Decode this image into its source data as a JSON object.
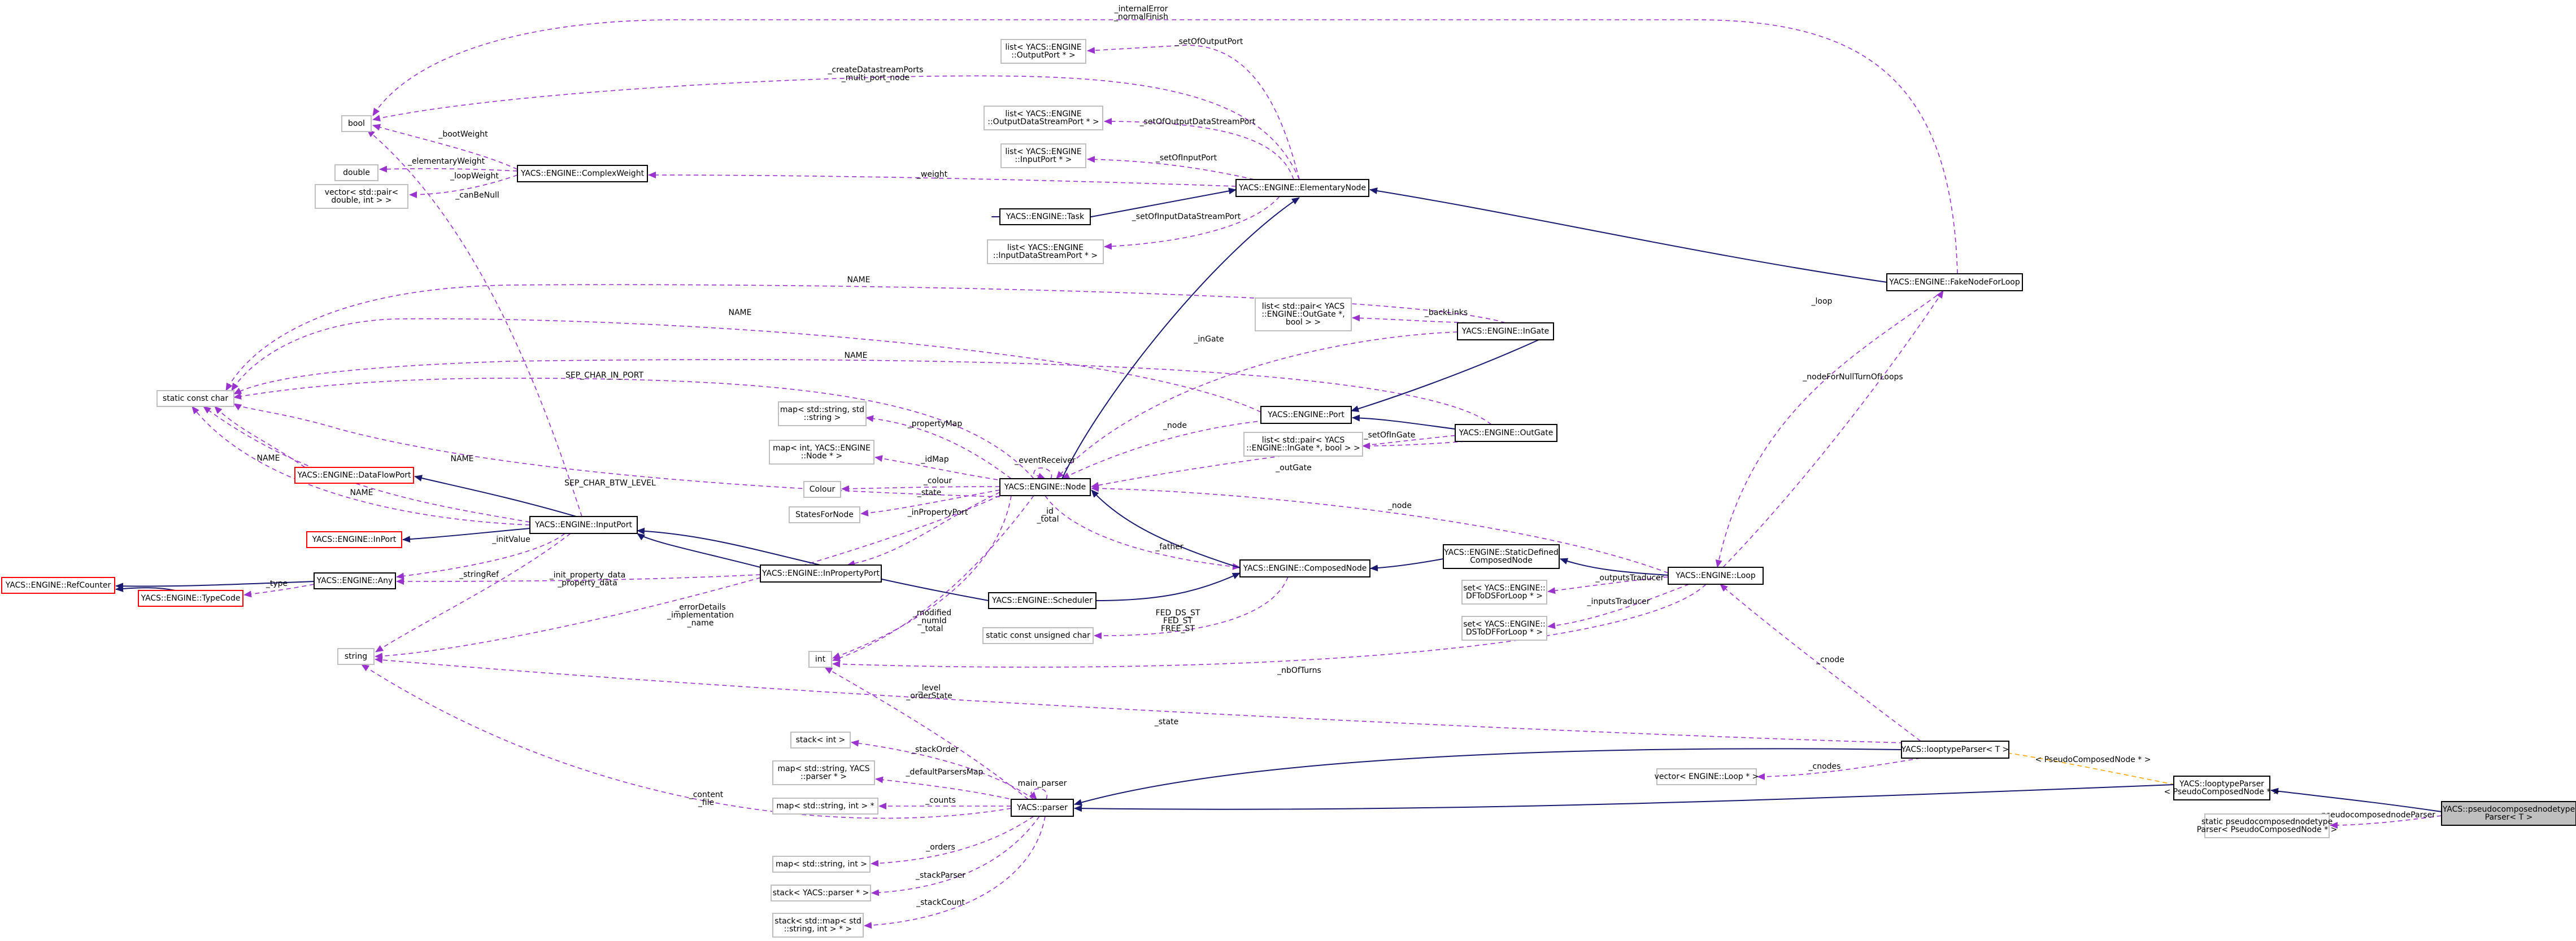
{
  "colors": {
    "inheritance_edge": "#191970",
    "usage_edge": "#9a32cd",
    "template_edge": "#ffa500",
    "undocumented_border": "#ff0000",
    "external_border": "#bfbfbf",
    "focus_fill": "#bfbfbf"
  },
  "nodes": [
    {
      "id": "bool",
      "lines": [
        "bool"
      ],
      "style": "grey"
    },
    {
      "id": "double",
      "lines": [
        "double"
      ],
      "style": "grey"
    },
    {
      "id": "vecpair",
      "lines": [
        "vector< std::pair<",
        "double, int > >"
      ],
      "style": "grey"
    },
    {
      "id": "complexweight",
      "lines": [
        "YACS::ENGINE::ComplexWeight"
      ],
      "style": "black"
    },
    {
      "id": "listout",
      "lines": [
        "list< YACS::ENGINE",
        "::OutputPort * >"
      ],
      "style": "grey"
    },
    {
      "id": "listoutds",
      "lines": [
        "list< YACS::ENGINE",
        "::OutputDataStreamPort * >"
      ],
      "style": "grey"
    },
    {
      "id": "listin",
      "lines": [
        "list< YACS::ENGINE",
        "::InputPort * >"
      ],
      "style": "grey"
    },
    {
      "id": "task",
      "lines": [
        "YACS::ENGINE::Task"
      ],
      "style": "black"
    },
    {
      "id": "listinds",
      "lines": [
        "list< YACS::ENGINE",
        "::InputDataStreamPort * >"
      ],
      "style": "grey"
    },
    {
      "id": "elementary",
      "lines": [
        "YACS::ENGINE::ElementaryNode"
      ],
      "style": "black"
    },
    {
      "id": "fakenode",
      "lines": [
        "YACS::ENGINE::FakeNodeForLoop"
      ],
      "style": "black"
    },
    {
      "id": "listpairout",
      "lines": [
        "list< std::pair< YACS",
        "::ENGINE::OutGate *,",
        "bool > >"
      ],
      "style": "grey"
    },
    {
      "id": "ingate",
      "lines": [
        "YACS::ENGINE::InGate"
      ],
      "style": "black"
    },
    {
      "id": "staticchar",
      "lines": [
        "static const char"
      ],
      "style": "grey"
    },
    {
      "id": "mapstr",
      "lines": [
        "map< std::string, std",
        "::string >"
      ],
      "style": "grey"
    },
    {
      "id": "port",
      "lines": [
        "YACS::ENGINE::Port"
      ],
      "style": "black"
    },
    {
      "id": "listpairin",
      "lines": [
        "list< std::pair< YACS",
        "::ENGINE::InGate *, bool > >"
      ],
      "style": "grey"
    },
    {
      "id": "outgate",
      "lines": [
        "YACS::ENGINE::OutGate"
      ],
      "style": "black"
    },
    {
      "id": "mapint",
      "lines": [
        "map< int, YACS::ENGINE",
        "::Node * >"
      ],
      "style": "grey"
    },
    {
      "id": "colour",
      "lines": [
        "Colour"
      ],
      "style": "grey"
    },
    {
      "id": "dataflowport",
      "lines": [
        "YACS::ENGINE::DataFlowPort"
      ],
      "style": "red"
    },
    {
      "id": "node",
      "lines": [
        "YACS::ENGINE::Node"
      ],
      "style": "black"
    },
    {
      "id": "states",
      "lines": [
        "StatesForNode"
      ],
      "style": "grey"
    },
    {
      "id": "inport",
      "lines": [
        "YACS::ENGINE::InPort"
      ],
      "style": "red"
    },
    {
      "id": "inputport",
      "lines": [
        "YACS::ENGINE::InputPort"
      ],
      "style": "black"
    },
    {
      "id": "staticdefined",
      "lines": [
        "YACS::ENGINE::StaticDefined",
        "ComposedNode"
      ],
      "style": "black"
    },
    {
      "id": "refcounter",
      "lines": [
        "YACS::ENGINE::RefCounter"
      ],
      "style": "red"
    },
    {
      "id": "any",
      "lines": [
        "YACS::ENGINE::Any"
      ],
      "style": "black"
    },
    {
      "id": "inproperty",
      "lines": [
        "YACS::ENGINE::InPropertyPort"
      ],
      "style": "black"
    },
    {
      "id": "composed",
      "lines": [
        "YACS::ENGINE::ComposedNode"
      ],
      "style": "black"
    },
    {
      "id": "loop",
      "lines": [
        "YACS::ENGINE::Loop"
      ],
      "style": "black"
    },
    {
      "id": "setdf",
      "lines": [
        "set< YACS::ENGINE::",
        "DFToDSForLoop * >"
      ],
      "style": "grey"
    },
    {
      "id": "typecode",
      "lines": [
        "YACS::ENGINE::TypeCode"
      ],
      "style": "red"
    },
    {
      "id": "scheduler",
      "lines": [
        "YACS::ENGINE::Scheduler"
      ],
      "style": "black"
    },
    {
      "id": "setds",
      "lines": [
        "set< YACS::ENGINE::",
        "DSToDFForLoop * >"
      ],
      "style": "grey"
    },
    {
      "id": "staticuint",
      "lines": [
        "static const unsigned char"
      ],
      "style": "grey"
    },
    {
      "id": "string",
      "lines": [
        "string"
      ],
      "style": "grey"
    },
    {
      "id": "int",
      "lines": [
        "int"
      ],
      "style": "grey"
    },
    {
      "id": "stackint",
      "lines": [
        "stack< int >"
      ],
      "style": "grey"
    },
    {
      "id": "looptypeparser",
      "lines": [
        "YACS::looptypeParser< T >"
      ],
      "style": "black"
    },
    {
      "id": "mapparser",
      "lines": [
        "map< std::string, YACS",
        "::parser * >"
      ],
      "style": "grey"
    },
    {
      "id": "vecloop",
      "lines": [
        "vector< ENGINE::Loop * >"
      ],
      "style": "grey"
    },
    {
      "id": "looptypeparser2",
      "lines": [
        "YACS::looptypeParser",
        "< PseudoComposedNode * >"
      ],
      "style": "black"
    },
    {
      "id": "mapstrint1",
      "lines": [
        "map< std::string, int > *"
      ],
      "style": "grey"
    },
    {
      "id": "parser",
      "lines": [
        "YACS::parser"
      ],
      "style": "black"
    },
    {
      "id": "focus",
      "lines": [
        "YACS::pseudocomposednodetype",
        "Parser< T >"
      ],
      "style": "focus"
    },
    {
      "id": "staticpseudo",
      "lines": [
        "static pseudocomposednodetype",
        "Parser< PseudoComposedNode * >"
      ],
      "style": "grey"
    },
    {
      "id": "mapstrint2",
      "lines": [
        "map< std::string, int >"
      ],
      "style": "grey"
    },
    {
      "id": "stackparser",
      "lines": [
        "stack< YACS::parser * >"
      ],
      "style": "grey"
    },
    {
      "id": "stackmap",
      "lines": [
        "stack< std::map< std",
        "::string, int > * >"
      ],
      "style": "grey"
    }
  ],
  "edges": [
    {
      "id": "e1",
      "kind": "use",
      "labels": [
        "_internalError",
        "_normalFinish"
      ]
    },
    {
      "id": "e2",
      "kind": "use",
      "labels": [
        "_setOfOutputPort"
      ]
    },
    {
      "id": "e3",
      "kind": "use",
      "labels": [
        "_createDatastreamPorts",
        "_multi_port_node"
      ]
    },
    {
      "id": "e4",
      "kind": "use",
      "labels": [
        "_setOfOutputDataStreamPort"
      ]
    },
    {
      "id": "e5",
      "kind": "use",
      "labels": [
        "_bootWeight"
      ]
    },
    {
      "id": "e6",
      "kind": "use",
      "labels": [
        "_elementaryWeight"
      ]
    },
    {
      "id": "e7",
      "kind": "use",
      "labels": [
        "_loopWeight"
      ]
    },
    {
      "id": "e8",
      "kind": "use",
      "labels": [
        "_setOfInputPort"
      ]
    },
    {
      "id": "e9",
      "kind": "use",
      "labels": [
        "_weight"
      ]
    },
    {
      "id": "e10",
      "kind": "use",
      "labels": [
        "_canBeNull"
      ]
    },
    {
      "id": "e11",
      "kind": "use",
      "labels": [
        "_setOfInputDataStreamPort"
      ]
    },
    {
      "id": "e12",
      "kind": "use",
      "labels": [
        "NAME"
      ]
    },
    {
      "id": "e13",
      "kind": "use",
      "labels": [
        "_backLinks"
      ]
    },
    {
      "id": "e14",
      "kind": "use",
      "labels": [
        "NAME"
      ]
    },
    {
      "id": "e15",
      "kind": "use",
      "labels": [
        "_inGate"
      ]
    },
    {
      "id": "e16",
      "kind": "use",
      "labels": [
        "NAME"
      ]
    },
    {
      "id": "e17",
      "kind": "use",
      "labels": [
        "_nodeForNullTurnOfLoops"
      ]
    },
    {
      "id": "e18",
      "kind": "use",
      "labels": [
        "_loop"
      ]
    },
    {
      "id": "e19",
      "kind": "use",
      "labels": [
        "SEP_CHAR_IN_PORT"
      ]
    },
    {
      "id": "e20",
      "kind": "use",
      "labels": [
        "_propertyMap"
      ]
    },
    {
      "id": "e21",
      "kind": "use",
      "labels": [
        "_node"
      ]
    },
    {
      "id": "e22",
      "kind": "use",
      "labels": [
        "_setOfInGate"
      ]
    },
    {
      "id": "e23",
      "kind": "use",
      "labels": [
        "_idMap"
      ]
    },
    {
      "id": "e24",
      "kind": "use",
      "labels": [
        "_eventReceiver"
      ]
    },
    {
      "id": "e25",
      "kind": "use",
      "labels": [
        "_outGate"
      ]
    },
    {
      "id": "e26",
      "kind": "use",
      "labels": [
        "NAME"
      ]
    },
    {
      "id": "e27",
      "kind": "use",
      "labels": [
        "SEP_CHAR_BTW_LEVEL"
      ]
    },
    {
      "id": "e28",
      "kind": "use",
      "labels": [
        "_colour"
      ]
    },
    {
      "id": "e29",
      "kind": "use",
      "labels": [
        "_state"
      ]
    },
    {
      "id": "e30",
      "kind": "use",
      "labels": [
        "NAME"
      ]
    },
    {
      "id": "e31",
      "kind": "use",
      "labels": [
        "_node"
      ]
    },
    {
      "id": "e32",
      "kind": "use",
      "labels": [
        "NAME"
      ]
    },
    {
      "id": "e33",
      "kind": "use",
      "labels": [
        "_inPropertyPort"
      ]
    },
    {
      "id": "e34",
      "kind": "use",
      "labels": [
        "_id",
        "_total"
      ]
    },
    {
      "id": "e35",
      "kind": "use",
      "labels": [
        "_initValue"
      ]
    },
    {
      "id": "e36",
      "kind": "use",
      "labels": [
        "_father"
      ]
    },
    {
      "id": "e37",
      "kind": "use",
      "labels": [
        "_init_property_data",
        "_property_data"
      ]
    },
    {
      "id": "e38",
      "kind": "use",
      "labels": [
        "_type"
      ]
    },
    {
      "id": "e39",
      "kind": "use",
      "labels": [
        "_stringRef"
      ]
    },
    {
      "id": "e40",
      "kind": "use",
      "labels": [
        "_outputsTraducer"
      ]
    },
    {
      "id": "e41",
      "kind": "use",
      "labels": [
        "_inputsTraducer"
      ]
    },
    {
      "id": "e42",
      "kind": "use",
      "labels": [
        "_errorDetails",
        "_implementation",
        "_name"
      ]
    },
    {
      "id": "e43",
      "kind": "use",
      "labels": [
        "_modified",
        "_numId",
        "_total"
      ]
    },
    {
      "id": "e44",
      "kind": "use",
      "labels": [
        "FED_DS_ST",
        "FED_ST",
        "FREE_ST"
      ]
    },
    {
      "id": "e45",
      "kind": "use",
      "labels": [
        "_nbOfTurns"
      ]
    },
    {
      "id": "e46",
      "kind": "use",
      "labels": [
        "_level",
        "_orderState"
      ]
    },
    {
      "id": "e47",
      "kind": "use",
      "labels": [
        "_state"
      ]
    },
    {
      "id": "e48",
      "kind": "use",
      "labels": [
        "_cnode"
      ]
    },
    {
      "id": "e49",
      "kind": "use",
      "labels": [
        "_stackOrder"
      ]
    },
    {
      "id": "e50",
      "kind": "use",
      "labels": [
        "_defaultParsersMap"
      ]
    },
    {
      "id": "e51",
      "kind": "use",
      "labels": [
        "main_parser"
      ]
    },
    {
      "id": "e52",
      "kind": "template",
      "labels": [
        "< PseudoComposedNode * >"
      ]
    },
    {
      "id": "e53",
      "kind": "use",
      "labels": [
        "_cnodes"
      ]
    },
    {
      "id": "e54",
      "kind": "use",
      "labels": [
        "_content",
        "_file"
      ]
    },
    {
      "id": "e55",
      "kind": "use",
      "labels": [
        "_counts"
      ]
    },
    {
      "id": "e56",
      "kind": "use",
      "labels": [
        "pseudocomposednodeParser"
      ]
    },
    {
      "id": "e57",
      "kind": "use",
      "labels": [
        "_orders"
      ]
    },
    {
      "id": "e58",
      "kind": "use",
      "labels": [
        "_stackParser"
      ]
    },
    {
      "id": "e59",
      "kind": "use",
      "labels": [
        "_stackCount"
      ]
    },
    {
      "id": "i1",
      "kind": "inherit",
      "labels": []
    },
    {
      "id": "i2",
      "kind": "inherit",
      "labels": []
    },
    {
      "id": "i3",
      "kind": "inherit",
      "labels": []
    },
    {
      "id": "i4",
      "kind": "inherit",
      "labels": []
    },
    {
      "id": "i5",
      "kind": "inherit",
      "labels": []
    },
    {
      "id": "i6",
      "kind": "inherit",
      "labels": []
    },
    {
      "id": "i7",
      "kind": "inherit",
      "labels": []
    },
    {
      "id": "i8",
      "kind": "inherit",
      "labels": []
    },
    {
      "id": "i9",
      "kind": "inherit",
      "labels": []
    },
    {
      "id": "i10",
      "kind": "inherit",
      "labels": []
    },
    {
      "id": "i11",
      "kind": "inherit",
      "labels": []
    },
    {
      "id": "i12",
      "kind": "inherit",
      "labels": []
    },
    {
      "id": "i13",
      "kind": "inherit",
      "labels": []
    },
    {
      "id": "i14",
      "kind": "inherit",
      "labels": []
    },
    {
      "id": "i15",
      "kind": "inherit",
      "labels": []
    },
    {
      "id": "i16",
      "kind": "inherit",
      "labels": []
    },
    {
      "id": "i17",
      "kind": "inherit",
      "labels": []
    },
    {
      "id": "i18",
      "kind": "inherit",
      "labels": []
    }
  ]
}
